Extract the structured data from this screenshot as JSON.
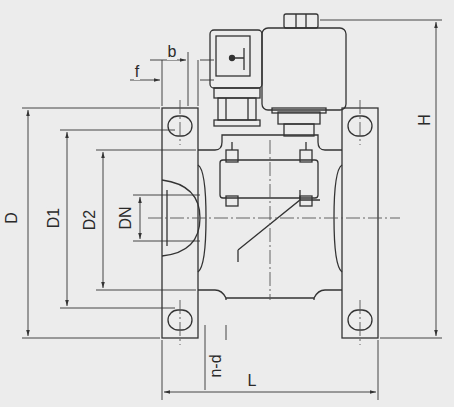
{
  "diagram": {
    "labels": [
      "f",
      "b",
      "D",
      "D1",
      "D2",
      "DN",
      "H",
      "n-d",
      "L"
    ]
  }
}
